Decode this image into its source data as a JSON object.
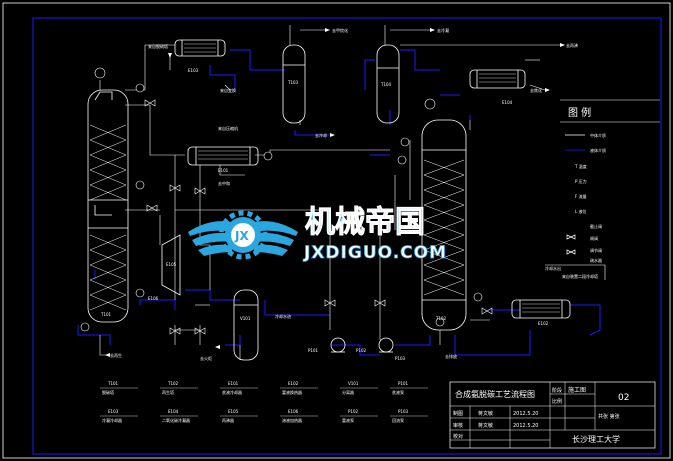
{
  "watermark": {
    "cn": "机械帝国",
    "en": "JXDIGUO.COM"
  },
  "legend": {
    "title": "图 例",
    "items": [
      "中体介质",
      "液体介质",
      "T 温度",
      "P 压力",
      "F 流量",
      "L 液位",
      "截止阀",
      "闸阀",
      "调节阀",
      "疏水器"
    ],
    "note": "来自装置二段冷却塔"
  },
  "stream_labels": [
    "去甲烷化",
    "去冷凝",
    "去再沸",
    "来自脱硫塔",
    "来自变换",
    "去冷却",
    "去焦化",
    "来自压缩机",
    "去中和",
    "去再生",
    "去火炬",
    "去排放",
    "冷却水进",
    "冷却水出"
  ],
  "equipment_tags": [
    "E103",
    "T101",
    "T102",
    "T103",
    "T104",
    "E104",
    "E101",
    "E102",
    "E105",
    "V101",
    "P101",
    "P102",
    "P103",
    "E106"
  ],
  "title_block": {
    "drawing_title": "合成氨脱碳工艺流程图",
    "phase_label": "阶段",
    "phase_value": "施工图",
    "ratio_label": "比例",
    "ratio_value": "",
    "drawing_no": "02",
    "sheet_label": "共张 第张",
    "row1_role": "制图",
    "row1_name": "蒋文敏",
    "row1_date": "2012.5.20",
    "row2_role": "审核",
    "row2_name": "蒋文敏",
    "row2_date": "2012.5.20",
    "row3_role": "校对",
    "school": "长沙理工大学"
  },
  "equipment_list": [
    {
      "tag": "T101",
      "name": "脱碳塔"
    },
    {
      "tag": "T102",
      "name": "再生塔"
    },
    {
      "tag": "E101",
      "name": "贫液冷却器"
    },
    {
      "tag": "E102",
      "name": "富液换热器"
    },
    {
      "tag": "V101",
      "name": "分离器"
    },
    {
      "tag": "P101",
      "name": "贫液泵"
    },
    {
      "tag": "E103",
      "name": "冷凝冷却器"
    },
    {
      "tag": "E104",
      "name": "二氧化碳冷凝器"
    },
    {
      "tag": "E105",
      "name": "再沸器"
    },
    {
      "tag": "E106",
      "name": "溶液加热器"
    },
    {
      "tag": "P102",
      "name": "富液泵"
    },
    {
      "tag": "P103",
      "name": "回流泵"
    }
  ],
  "colors": {
    "background": "#000000",
    "line": "#ffffff",
    "pipe": "#1a1aff",
    "frame": "#1a1aff",
    "watermark": "#2aa7df"
  }
}
